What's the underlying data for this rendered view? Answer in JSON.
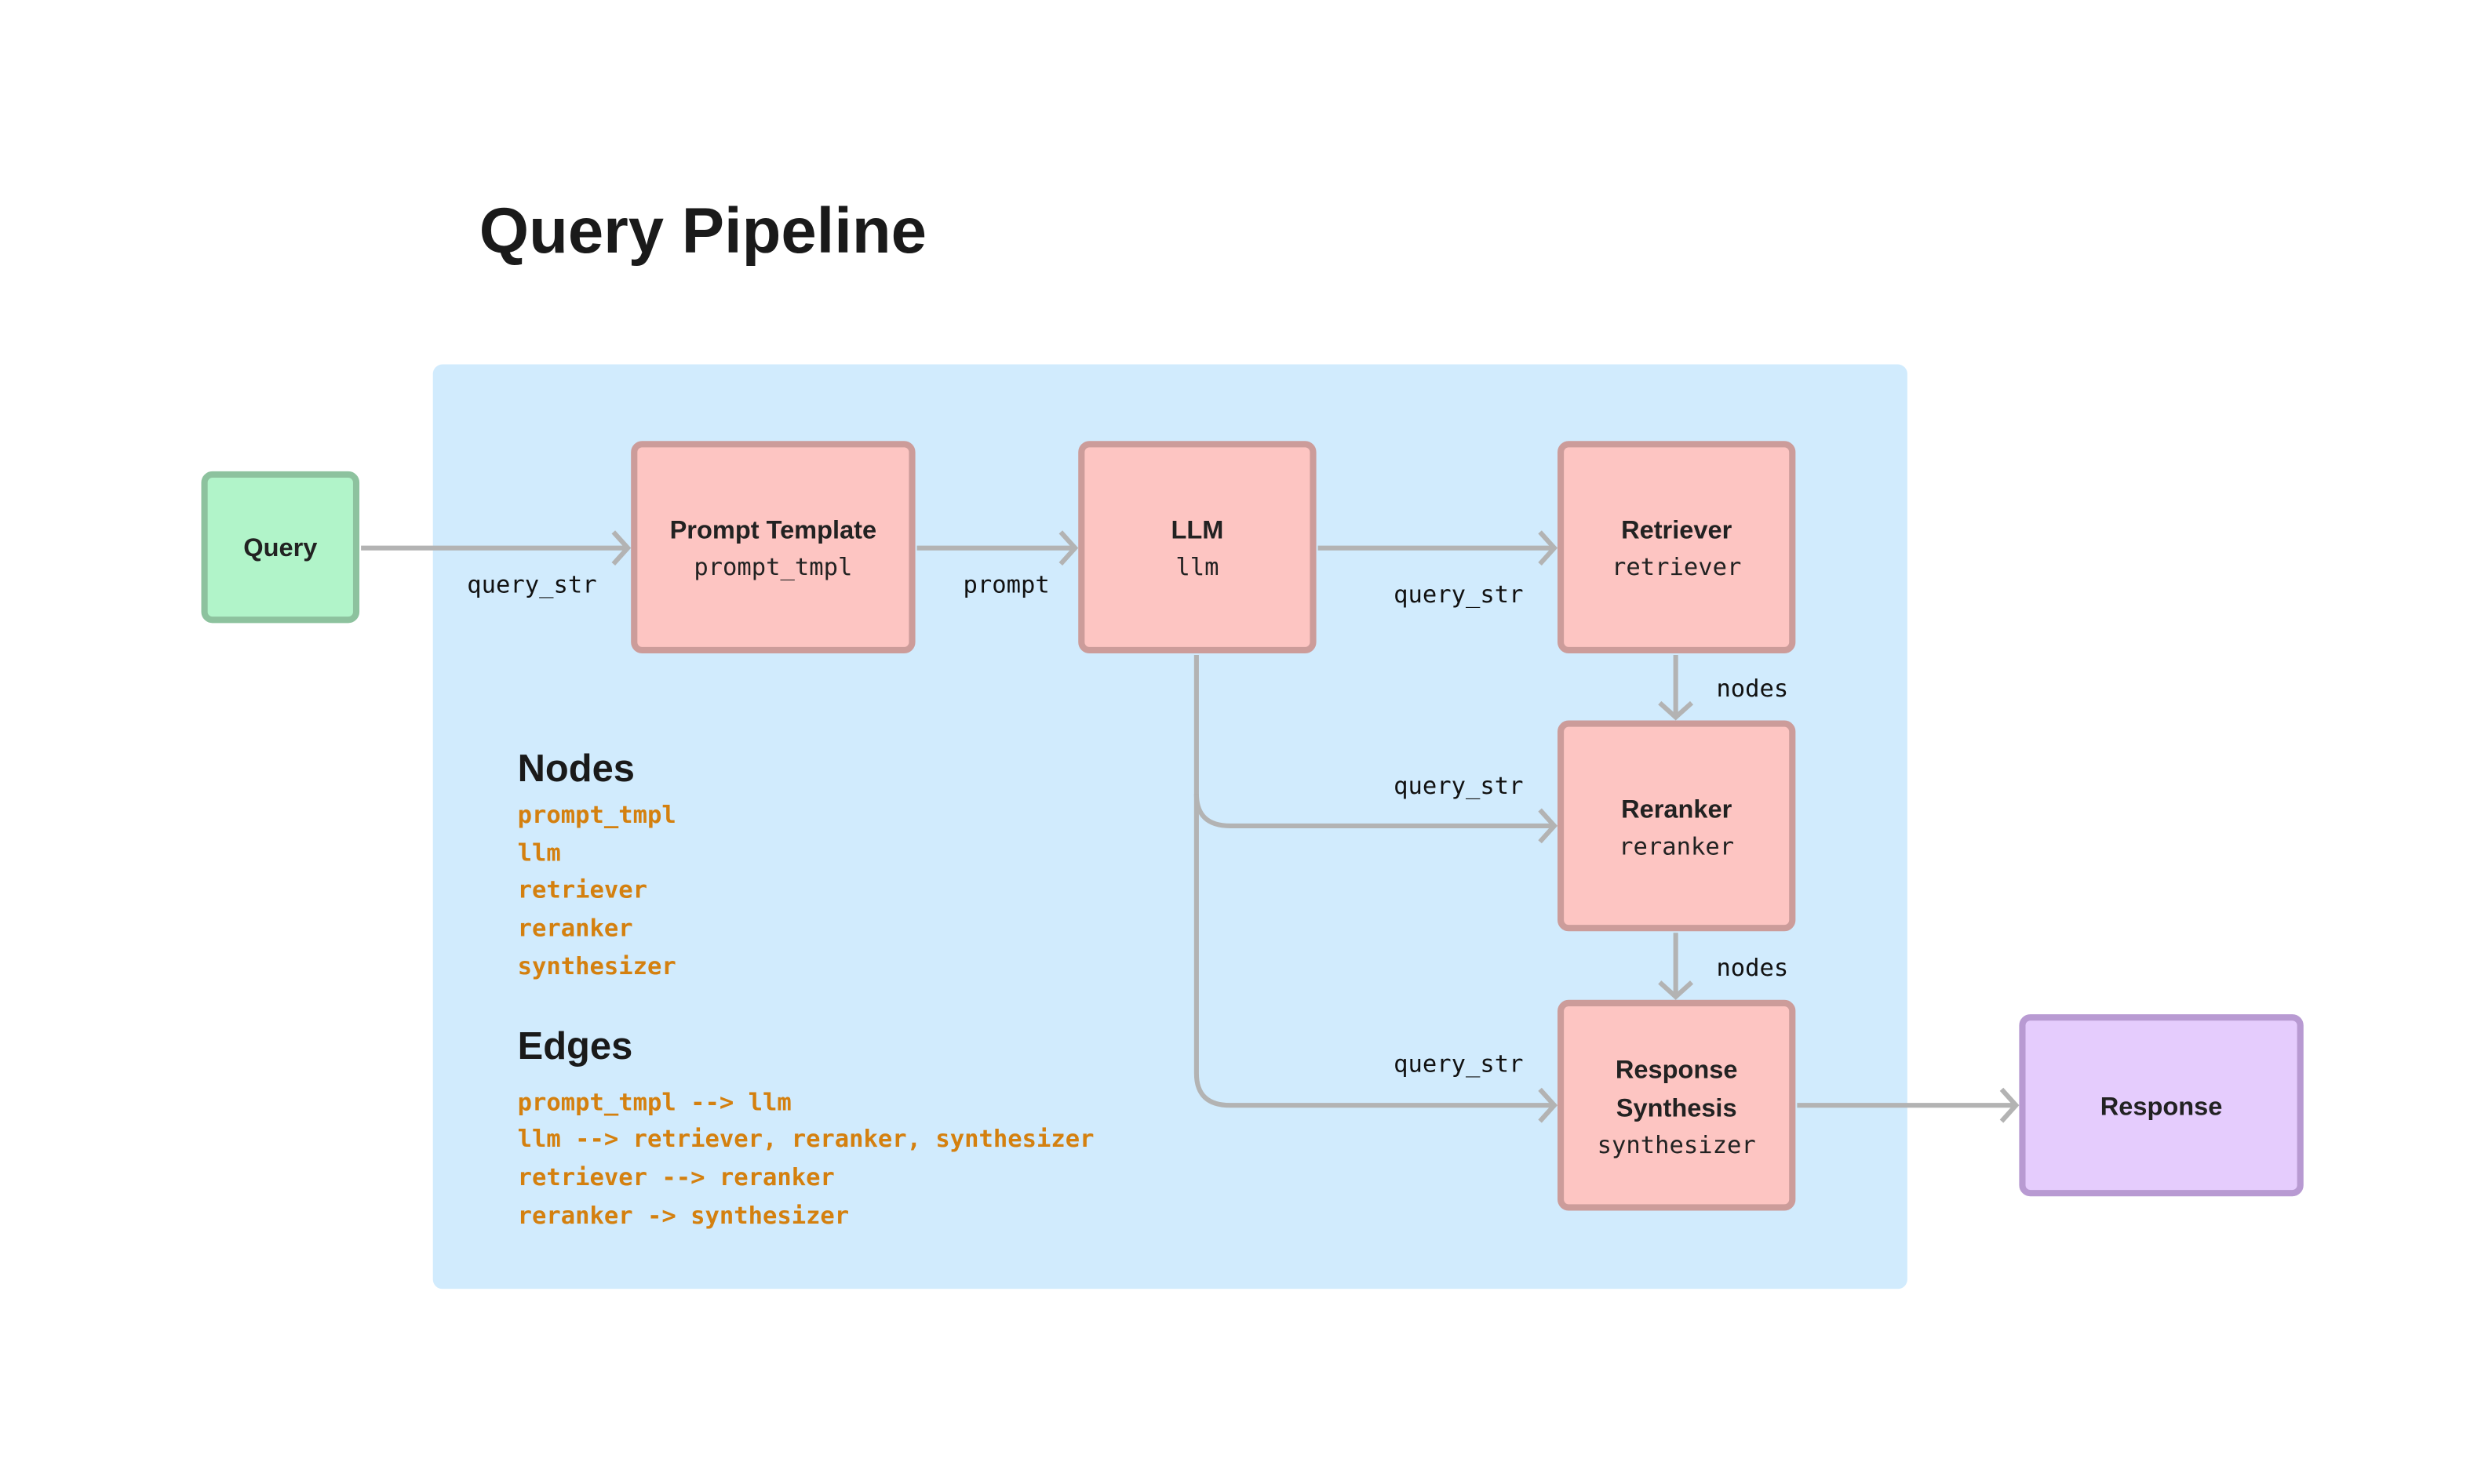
{
  "title": "Query Pipeline",
  "colors": {
    "panel": "#d1ebfd",
    "input_fill": "#b1f4c9",
    "input_stroke": "#8dc29e",
    "module_fill": "#fdc5c2",
    "module_stroke": "#cc9c9a",
    "output_fill": "#e5ccfd",
    "output_stroke": "#b89ad2",
    "edge": "#b3b3b3",
    "code_text": "#d4800f"
  },
  "nodes": {
    "query": {
      "label": "Query"
    },
    "prompt_tmpl": {
      "label": "Prompt Template",
      "id": "prompt_tmpl"
    },
    "llm": {
      "label": "LLM",
      "id": "llm"
    },
    "retriever": {
      "label": "Retriever",
      "id": "retriever"
    },
    "reranker": {
      "label": "Reranker",
      "id": "reranker"
    },
    "synthesizer": {
      "label_line1": "Response",
      "label_line2": "Synthesis",
      "id": "synthesizer"
    },
    "response": {
      "label": "Response"
    }
  },
  "edges": {
    "query_to_prompt": "query_str",
    "prompt_to_llm": "prompt",
    "llm_to_retriever": "query_str",
    "retriever_to_reranker": "nodes",
    "llm_to_reranker": "query_str",
    "reranker_to_synth": "nodes",
    "llm_to_synth": "query_str"
  },
  "legend": {
    "nodes_heading": "Nodes",
    "nodes": [
      "prompt_tmpl",
      "llm",
      "retriever",
      "reranker",
      "synthesizer"
    ],
    "edges_heading": "Edges",
    "edges": [
      "prompt_tmpl --> llm",
      "llm --> retriever, reranker, synthesizer",
      "retriever --> reranker",
      "reranker -> synthesizer"
    ]
  }
}
